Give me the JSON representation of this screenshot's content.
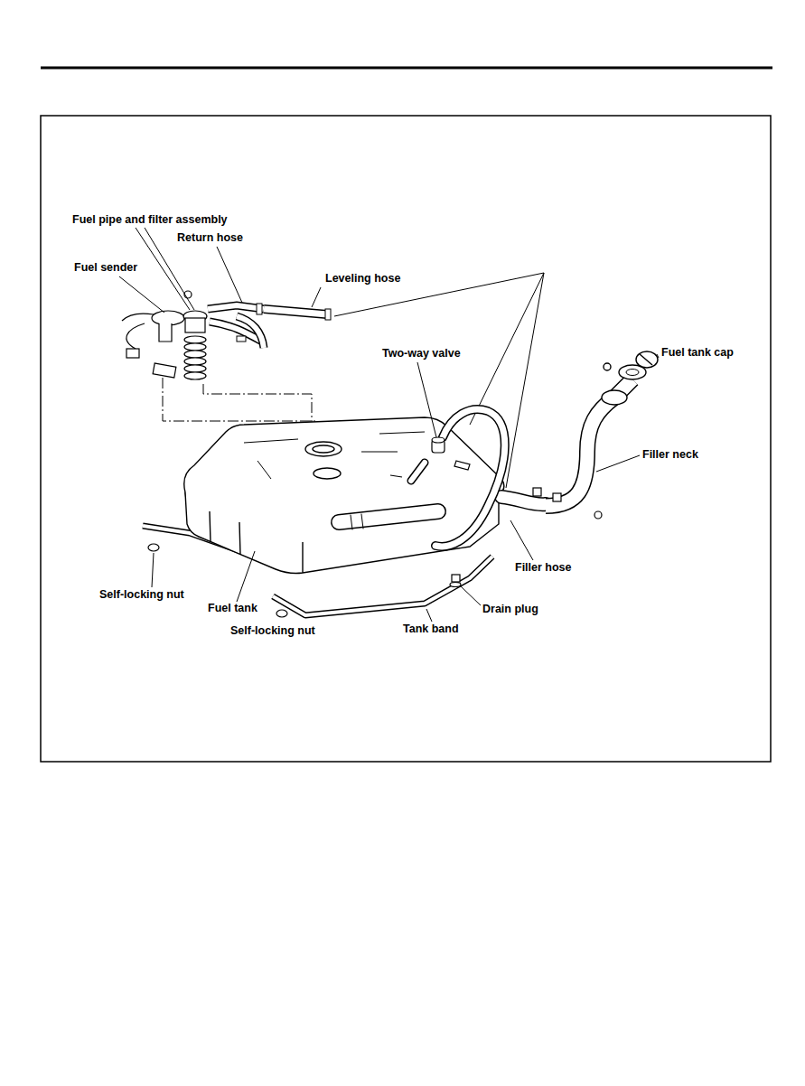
{
  "diagram": {
    "labels": [
      "Fuel pipe and filter assembly",
      "Return hose",
      "Fuel sender",
      "Leveling hose",
      "Two-way valve",
      "Fuel tank cap",
      "Filler neck",
      "Filler hose",
      "Self-locking nut",
      "Fuel tank",
      "Drain plug",
      "Tank band",
      "Self-locking nut"
    ]
  }
}
